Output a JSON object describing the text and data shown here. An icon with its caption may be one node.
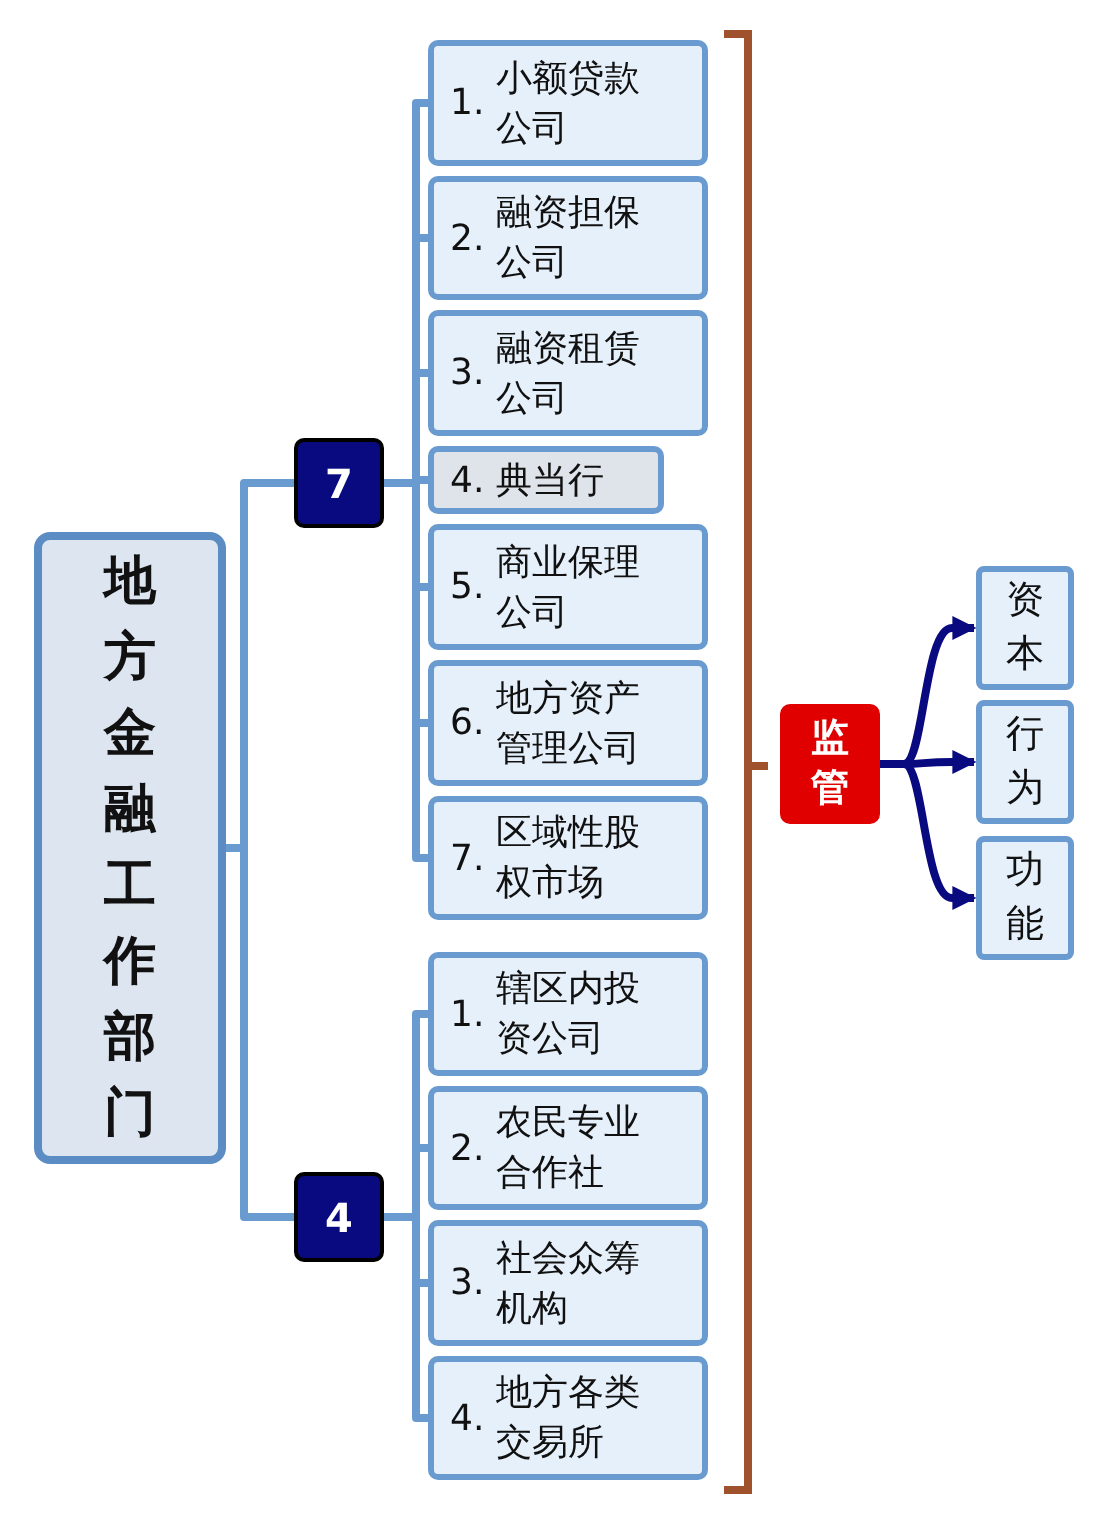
{
  "diagram": {
    "nodes": [
      {
        "text": [
          "地方金融工作部门"
        ]
      },
      {
        "text": [
          "7"
        ]
      },
      {
        "text": [
          "1.",
          "小额贷款公司"
        ]
      },
      {
        "text": [
          "2.",
          "融资担保公司"
        ]
      },
      {
        "text": [
          "3.",
          "融资租赁公司"
        ]
      },
      {
        "text": [
          "4.",
          "典当行"
        ]
      },
      {
        "text": [
          "5.",
          "商业保理公司"
        ]
      },
      {
        "text": [
          "6.",
          "地方资产管理公司"
        ]
      },
      {
        "text": [
          "7.",
          "区域性股权市场"
        ]
      },
      {
        "text": [
          "4"
        ]
      },
      {
        "text": [
          "1.",
          "辖区内投资公司"
        ]
      },
      {
        "text": [
          "2.",
          "农民专业合作社"
        ]
      },
      {
        "text": [
          "3.",
          "社会众筹机构"
        ]
      },
      {
        "text": [
          "4.",
          "地方各类交易所"
        ]
      },
      {
        "text": [
          "监管"
        ]
      },
      {
        "text": [
          "资本"
        ]
      },
      {
        "text": [
          "行为"
        ]
      },
      {
        "text": [
          "功能"
        ]
      }
    ],
    "edges": [
      {
        "from": 0,
        "to": 1,
        "arrow": "none"
      },
      {
        "from": 0,
        "to": 9,
        "arrow": "none"
      },
      {
        "from": 1,
        "to": 2,
        "arrow": "none"
      },
      {
        "from": 1,
        "to": 3,
        "arrow": "none"
      },
      {
        "from": 1,
        "to": 4,
        "arrow": "none"
      },
      {
        "from": 1,
        "to": 5,
        "arrow": "none"
      },
      {
        "from": 1,
        "to": 6,
        "arrow": "none"
      },
      {
        "from": 1,
        "to": 7,
        "arrow": "none"
      },
      {
        "from": 1,
        "to": 8,
        "arrow": "none"
      },
      {
        "from": 9,
        "to": 10,
        "arrow": "none"
      },
      {
        "from": 9,
        "to": 11,
        "arrow": "none"
      },
      {
        "from": 9,
        "to": 12,
        "arrow": "none"
      },
      {
        "from": 9,
        "to": 13,
        "arrow": "none"
      },
      {
        "from": 14,
        "to": 15,
        "arrow": "to",
        "color": "#0a0a80"
      },
      {
        "from": 14,
        "to": 16,
        "arrow": "to",
        "color": "#0a0a80"
      },
      {
        "from": 14,
        "to": 17,
        "arrow": "to",
        "color": "#0a0a80"
      }
    ]
  }
}
